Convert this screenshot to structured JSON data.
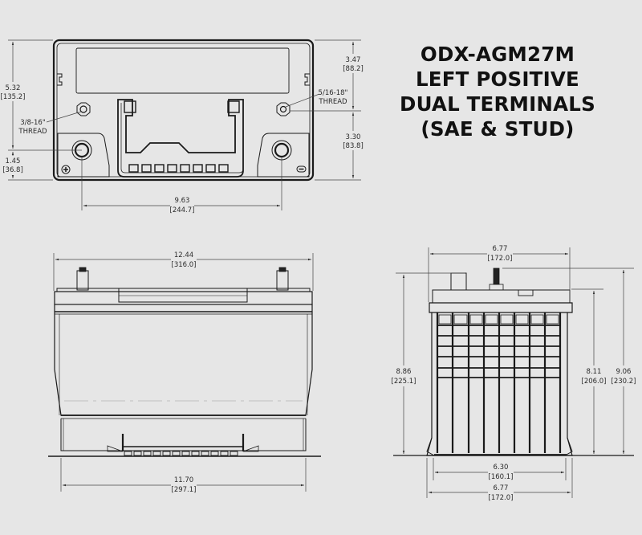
{
  "title": {
    "lines": [
      "ODX-AGM27M",
      "LEFT POSITIVE",
      "DUAL TERMINALS",
      "(SAE & STUD)"
    ]
  },
  "colors": {
    "background": "#e6e6e6",
    "line": "#1a1a1a",
    "dimension_line": "#444444",
    "text": "#111111"
  },
  "top_view": {
    "dimensions": {
      "overall_height": {
        "in": "5.32",
        "mm": "[135.2]"
      },
      "terminal_to_bottom": {
        "in": "1.45",
        "mm": "[36.8]"
      },
      "right_upper": {
        "in": "3.47",
        "mm": "[88.2]"
      },
      "right_lower": {
        "in": "3.30",
        "mm": "[83.8]"
      },
      "terminal_spacing": {
        "in": "9.63",
        "mm": "[244.7]"
      }
    },
    "callouts": {
      "left_thread": {
        "size": "3/8-16\"",
        "label": "THREAD"
      },
      "right_thread": {
        "size": "5/16-18\"",
        "label": "THREAD"
      }
    },
    "polarity": {
      "positive": "+",
      "negative": "−"
    }
  },
  "side_view": {
    "dimensions": {
      "top_length": {
        "in": "12.44",
        "mm": "[316.0]"
      },
      "bottom_length": {
        "in": "11.70",
        "mm": "[297.1]"
      }
    }
  },
  "end_view": {
    "dimensions": {
      "top_width": {
        "in": "6.77",
        "mm": "[172.0]"
      },
      "height_to_terminal": {
        "in": "8.86",
        "mm": "[225.1]"
      },
      "height_case": {
        "in": "8.11",
        "mm": "[206.0]"
      },
      "height_overall": {
        "in": "9.06",
        "mm": "[230.2]"
      },
      "bottom_inner_width": {
        "in": "6.30",
        "mm": "[160.1]"
      },
      "bottom_width": {
        "in": "6.77",
        "mm": "[172.0]"
      }
    }
  }
}
